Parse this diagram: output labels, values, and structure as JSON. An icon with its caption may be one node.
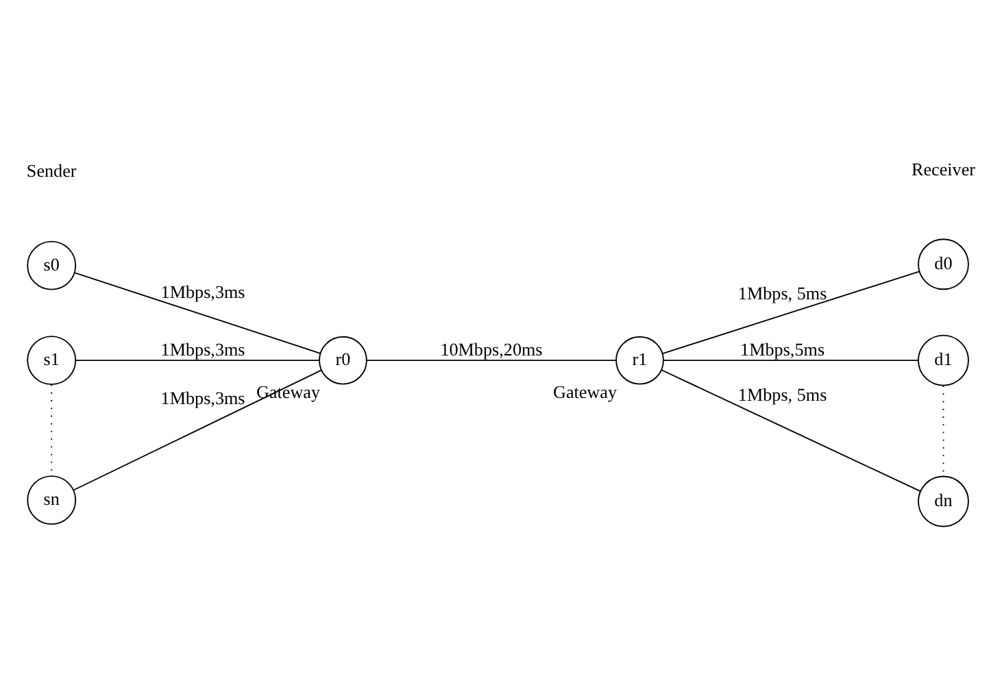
{
  "diagram": {
    "nodes": [
      {
        "text": [
          "s0"
        ]
      },
      {
        "text": [
          "s1"
        ]
      },
      {
        "text": [
          "sn"
        ]
      },
      {
        "text": [
          "r0"
        ],
        "beside": [
          "Gateway"
        ]
      },
      {
        "text": [
          "r1"
        ],
        "beside": [
          "Gateway"
        ]
      },
      {
        "text": [
          "d0"
        ]
      },
      {
        "text": [
          "d1"
        ]
      },
      {
        "text": [
          "dn"
        ]
      }
    ],
    "edges": [
      {
        "from": 0,
        "to": 3,
        "arrow": "none",
        "label": "1Mbps,3ms"
      },
      {
        "from": 1,
        "to": 3,
        "arrow": "none",
        "label": "1Mbps,3ms"
      },
      {
        "from": 2,
        "to": 3,
        "arrow": "none",
        "label": "1Mbps,3ms"
      },
      {
        "from": 3,
        "to": 4,
        "arrow": "none",
        "label": "10Mbps,20ms"
      },
      {
        "from": 4,
        "to": 5,
        "arrow": "none",
        "label": "1Mbps, 5ms"
      },
      {
        "from": 4,
        "to": 6,
        "arrow": "none",
        "label": "1Mbps,5ms"
      },
      {
        "from": 4,
        "to": 7,
        "arrow": "none",
        "label": "1Mbps, 5ms"
      },
      {
        "from": 1,
        "to": 2,
        "arrow": "none",
        "style": "dashed"
      },
      {
        "from": 6,
        "to": 7,
        "arrow": "none",
        "style": "dashed"
      }
    ],
    "labels": [
      "Sender",
      "Receiver"
    ]
  }
}
